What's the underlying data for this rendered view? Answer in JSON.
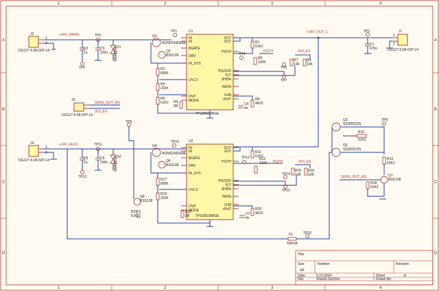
{
  "frame": {
    "col_labels": [
      "1",
      "2",
      "3",
      "4"
    ],
    "row_labels": [
      "A",
      "B",
      "C",
      "D"
    ]
  },
  "title_block": {
    "title_label": "Title",
    "size_label": "Size",
    "size_value": "A4",
    "number_label": "Number",
    "revision_label": "Revision",
    "date_label": "Date:",
    "date_value": "6.10.2024",
    "sheet_label": "Sheet",
    "sheet_of": "of",
    "file_label": "File:",
    "file_value": "Sheet1.SchDoc",
    "drawn_label": "Drawn By:"
  },
  "top_section": {
    "connector_j2": {
      "ref": "J2",
      "part": "DG127-5.08-02P-14",
      "pin1": "1",
      "pin2": "2"
    },
    "net_main_in": "+24V_MAIN1",
    "c2": {
      "ref": "C2",
      "value": "1u"
    },
    "tp3": "TP3",
    "c3": {
      "ref": "C3",
      "value": "100n"
    },
    "d1": {
      "ref": "D1",
      "value": "SMAJ26A"
    },
    "tp5": "TP5",
    "q1": {
      "ref": "Q1",
      "value": "AON6234DEMLSD"
    },
    "q2": {
      "ref": "Q2",
      "value": "BSS138"
    },
    "tp1": "TP1",
    "u1": {
      "ref": "U1",
      "part": "TPS26630RGE",
      "left_pins": [
        "IN",
        "IN",
        "BGATE",
        "DRV",
        "IN_SYS",
        "UVLO",
        "OVP",
        "MODE"
      ],
      "right_pins": [
        "OUT",
        "OUT",
        "PGTH",
        "PGOOD",
        "FLT",
        "SHDN",
        "IMON",
        "ILIM",
        "dVdT"
      ],
      "left_nums": [
        "2",
        "3",
        "",
        "",
        "",
        "7",
        "",
        "6"
      ],
      "right_nums": [
        "17",
        "18",
        "18",
        "15",
        "18",
        "16",
        "",
        "10",
        "4"
      ]
    },
    "r3": {
      "ref": "R3",
      "value": "806K"
    },
    "r4": {
      "ref": "R4",
      "value": "232K"
    },
    "r1": {
      "ref": "R1",
      "value": "61K2"
    },
    "r8": {
      "ref": "R8",
      "value": "4K02"
    },
    "r9": {
      "ref": "R9",
      "value": "0R"
    },
    "c4": {
      "ref": "C4",
      "value": "4n"
    },
    "r5": {
      "ref": "R5",
      "value": "61K2"
    },
    "r6": {
      "ref": "R6",
      "value": "100K"
    },
    "r7": {
      "ref": "R7",
      "value": "10K"
    },
    "r4b": {
      "ref": "R4",
      "value": "10K"
    },
    "tp4": "TP4",
    "tp6": "TP6",
    "tp7": "TP7",
    "pgth_net": "PGTH",
    "v33_ex": "3V3_EX",
    "net_out1": "+24V_OUT_1",
    "c1": {
      "ref": "C1",
      "value": "470n"
    },
    "tp2": "TP2",
    "connector_j1": {
      "ref": "J1",
      "part": "DG127-5.08-02P-14",
      "pin1": "1",
      "pin2": "2"
    }
  },
  "sens_block": {
    "j3": {
      "ref": "J3",
      "part": "DG127-5.08-02P-14"
    },
    "net_sens": "SENS_OUT_EN",
    "net_3v3": "3V3_EX"
  },
  "right_block": {
    "q3": {
      "ref": "Q3",
      "value": "SI2309CDS"
    },
    "q5": {
      "ref": "Q5",
      "value": "SI2309CDS"
    },
    "r10": {
      "ref": "R10",
      "value": "61K2"
    },
    "r13": {
      "ref": "R13",
      "value": "61K2"
    },
    "r18": {
      "ref": "R18",
      "value": "61K2"
    },
    "q7": {
      "ref": "Q7",
      "value": "BSS138"
    },
    "tp8": "TP8",
    "sens_net": "SENS_OUT_EN"
  },
  "bottom_section": {
    "connector_j4": {
      "ref": "J4",
      "part": "DG127-5.08-02P-14",
      "pin1": "1",
      "pin2": "2"
    },
    "net_aux_in": "+24V_AUX1",
    "c5": {
      "ref": "C5",
      "value": "1u"
    },
    "tp11": "TP11",
    "c6": {
      "ref": "C6",
      "value": "100n"
    },
    "d2": {
      "ref": "D2",
      "value": "SMAJ26A"
    },
    "tp13": "TP13",
    "tp9": "TP9",
    "tp10": "TP10",
    "q4": {
      "ref": "Q4",
      "value": "AON6234DEMLSD"
    },
    "q6": {
      "ref": "Q6",
      "value": "BSS138"
    },
    "q8": {
      "ref": "Q8",
      "value": "BSS138"
    },
    "u2": {
      "ref": "U2",
      "part": "TPS26630RGE",
      "left_pins": [
        "IN",
        "IN",
        "BGATE",
        "DRV",
        "IN_SYS",
        "UVLO",
        "OVP",
        "MODE"
      ],
      "right_pins": [
        "OUT",
        "OUT",
        "PGTH",
        "PGOOD",
        "FLT",
        "SHDN",
        "IMON",
        "ILIM",
        "dVdT"
      ]
    },
    "r17": {
      "ref": "R17",
      "value": "806K"
    },
    "r19": {
      "ref": "R19",
      "value": "232K"
    },
    "r21": {
      "ref": "R21",
      "value": "61K2"
    },
    "r22": {
      "ref": "R22",
      "value": "0R"
    },
    "r20": {
      "ref": "R20",
      "value": "4K02"
    },
    "c7": {
      "ref": "C7",
      "value": "4n"
    },
    "r11": {
      "ref": "R11",
      "value": "61K2"
    },
    "r12": {
      "ref": "R12",
      "value": "100K"
    },
    "r15": {
      "ref": "R15",
      "value": "10K"
    },
    "r16": {
      "ref": "R16",
      "value": "10K"
    },
    "tp12": "TP12",
    "tp14": "TP14",
    "tp15": "TP15",
    "pgth_net": "PGTH",
    "v33_ex": "3V3_EX",
    "f1": {
      "ref": "F1",
      "value": "500mA"
    },
    "tp16": "TP16"
  },
  "colors": {
    "wire": "#1f3fa0",
    "part": "#8b1c1c",
    "ic_fill": "#fff7a8",
    "border": "#b03030",
    "paper": "#fffbf2"
  }
}
